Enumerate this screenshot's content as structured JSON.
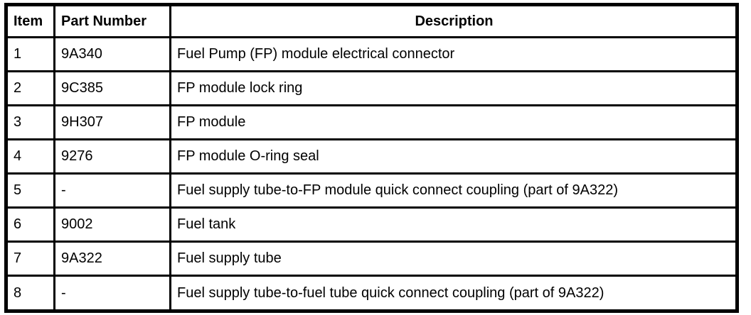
{
  "colors": {
    "border": "#000000",
    "background": "#ffffff",
    "text": "#000000"
  },
  "table": {
    "headers": [
      "Item",
      "Part Number",
      "Description"
    ],
    "rows": [
      {
        "item": "1",
        "part_number": "9A340",
        "description": "Fuel Pump (FP) module electrical connector"
      },
      {
        "item": "2",
        "part_number": "9C385",
        "description": "FP module lock ring"
      },
      {
        "item": "3",
        "part_number": "9H307",
        "description": "FP module"
      },
      {
        "item": "4",
        "part_number": "9276",
        "description": "FP module O-ring seal"
      },
      {
        "item": "5",
        "part_number": "-",
        "description": "Fuel supply tube-to-FP module quick connect coupling (part of 9A322)"
      },
      {
        "item": "6",
        "part_number": "9002",
        "description": "Fuel tank"
      },
      {
        "item": "7",
        "part_number": "9A322",
        "description": "Fuel supply tube"
      },
      {
        "item": "8",
        "part_number": "-",
        "description": "Fuel supply tube-to-fuel tube quick connect coupling (part of 9A322)"
      }
    ]
  }
}
